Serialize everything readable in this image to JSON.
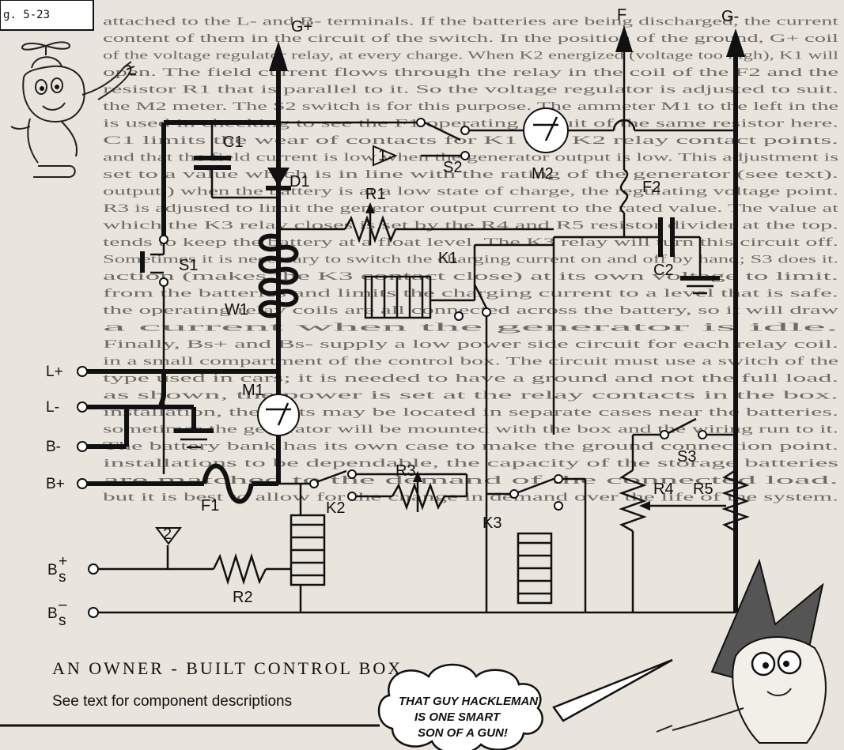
{
  "figure": {
    "number_label": "g. 5-23"
  },
  "caption": {
    "title": "AN OWNER - BUILT CONTROL BOX",
    "subtitle": "See text for component descriptions"
  },
  "cartoon": {
    "speech_lines": [
      "THAT GUY HACKLEMAN",
      "IS ONE SMART",
      "SON OF A GUN!"
    ]
  },
  "terminals": {
    "g_plus": "G+",
    "f": "F",
    "g_minus": "G-",
    "l_plus": "L+",
    "l_minus": "L-",
    "b_minus": "B-",
    "b_plus": "B+",
    "bs_plus_main": "B",
    "bs_plus_sup": "+",
    "bs_plus_sub": "s",
    "bs_minus_main": "B",
    "bs_minus_sup": "–",
    "bs_minus_sub": "s"
  },
  "components": {
    "c1": "C1",
    "c2": "C2",
    "d1": "D1",
    "s1": "S1",
    "s2": "S2",
    "s3": "S3",
    "m1": "M1",
    "m2": "M2",
    "r1": "R1",
    "r2": "R2",
    "r3": "R3",
    "r4": "R4",
    "r5": "R5",
    "k1": "K1",
    "k2": "K2",
    "k3": "K3",
    "w1": "W1",
    "f1": "F1",
    "f2": "F2",
    "relay_tag_1": "1",
    "relay_tag_2": "2"
  },
  "background_text": [
    "attached to the L- and B- terminals. If the batteries are being discharged, the current",
    "content of them in the circuit of the switch. In the position of the ground, G+ coil",
    "of the voltage regulator relay, at every charge. When K2 energized (voltage too high), K1 will",
    "open. The field current flows through the relay in the coil of the F2 and the",
    "resistor R1 that is parallel to it. So the voltage regulator is adjusted to suit.",
    "the M2 meter. The S2 switch is for this purpose. The ammeter M1 to the left in the",
    "is used in checking to see the F1 operating circuit of the same resistor here.",
    "C1 limits the wear of contacts for K1 and K2 relay contact points.",
    "and that the field current is low when the generator output is low. This adjustment is",
    "set to a value which is in line with the rating of the generator (see text).",
    "output ) when the battery is at a low state of charge, the regulating voltage point.",
    "R3 is adjusted to limit the generator output current to the rated value. The value at",
    "which the K3 relay closes is set by the R4 and R5 resistor divider at the top.",
    "tends to keep the battery at a float level. The K3 relay will turn this circuit off.",
    "Sometimes it is necessary to switch the charging current on and off by hand; S3 does it.",
    "action (makes the K3 contact close) at its own voltage to limit.",
    "from the batteries and limits the charging current to a level that is safe.",
    "the operating relay coils are all connected across the battery, so it will draw",
    "a current when the generator is idle.",
    "Finally, Bs+ and Bs- supply a low power side circuit for each relay coil.",
    "in a small compartment of the control box. The circuit must use a switch of the",
    "type used in cars; it is needed to have a ground and not the full load.",
    "as shown, the power is set at the relay contacts in the box.",
    "installation, the parts may be located in separate cases near the batteries.",
    "sometimes the generator will be mounted with the box and the wiring run to it.",
    "The battery bank has its own case to make the ground connection point.",
    "installations to be dependable, the capacity of the storage batteries",
    "are matched to the demand of the connected load.",
    "but it is best to allow for the change in demand over the life of the system."
  ]
}
